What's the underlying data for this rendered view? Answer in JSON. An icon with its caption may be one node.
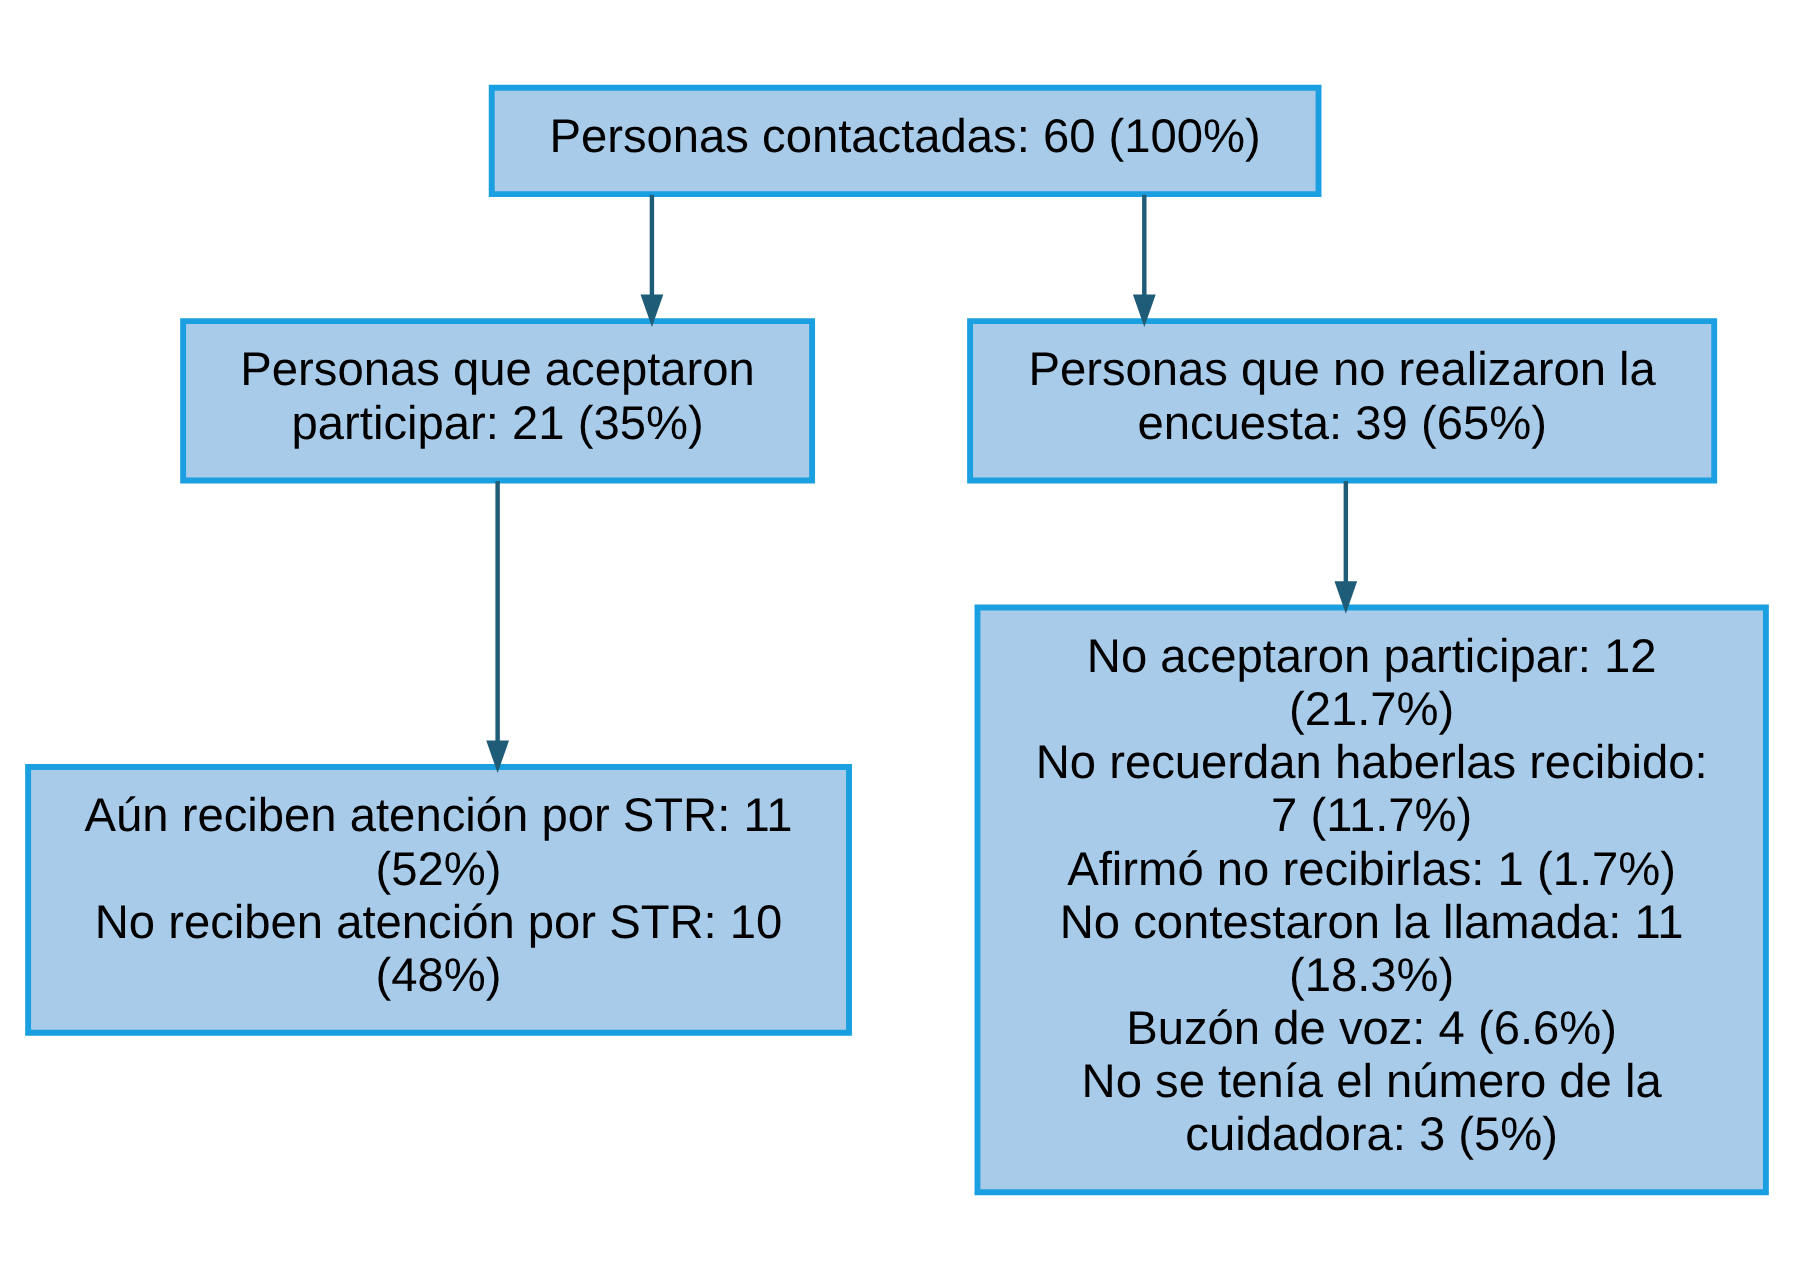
{
  "diagram": {
    "nodes": [
      {
        "text": [
          "Personas contactadas: 60 (100%)"
        ]
      },
      {
        "text": [
          "Personas que aceptaron participar: 21 (35%)"
        ]
      },
      {
        "text": [
          "Personas que no realizaron la encuesta: 39 (65%)"
        ]
      },
      {
        "text": [
          "Aún reciben atención por STR: 11 (52%)",
          "No reciben atención por STR: 10 (48%)"
        ]
      },
      {
        "text": [
          "No aceptaron participar: 12 (21.7%)",
          "No recuerdan haberlas recibido: 7 (11.7%)",
          "Afirmó no recibirlas: 1 (1.7%)",
          "No contestaron la llamada: 11 (18.3%)",
          "Buzón de voz: 4 (6.6%)",
          "No se tenía el número de la cuidadora: 3 (5%)"
        ]
      }
    ],
    "edges": [
      {
        "from": 0,
        "to": 1,
        "arrow": "to"
      },
      {
        "from": 0,
        "to": 2,
        "arrow": "to"
      },
      {
        "from": 1,
        "to": 3,
        "arrow": "to"
      },
      {
        "from": 2,
        "to": 4,
        "arrow": "to"
      }
    ]
  }
}
